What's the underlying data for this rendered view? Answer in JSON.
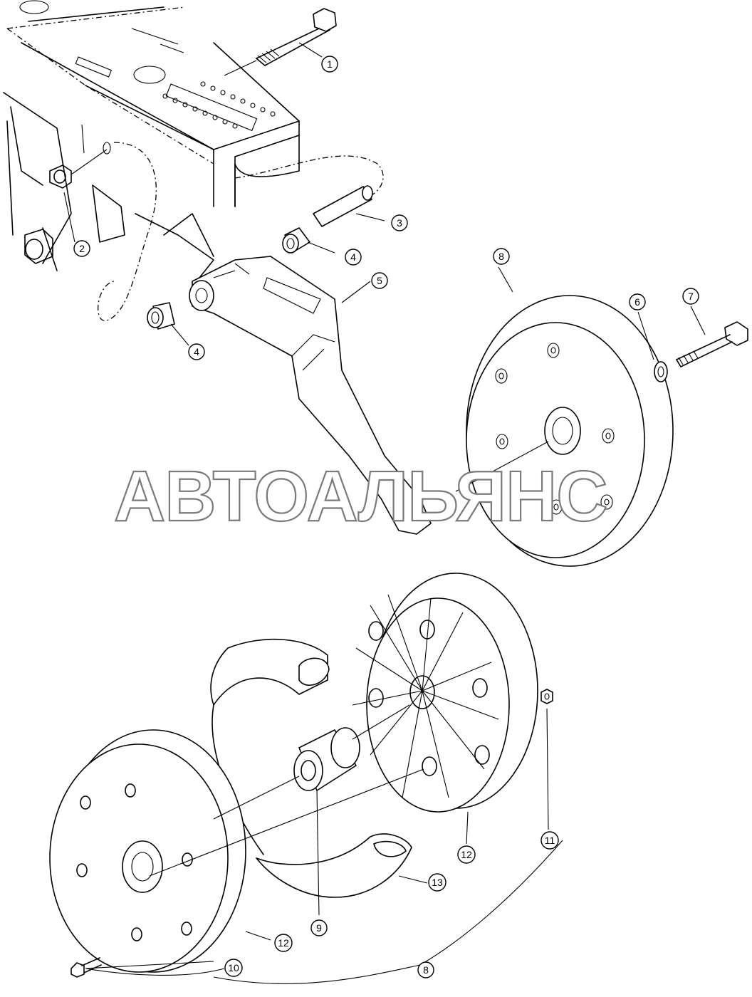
{
  "watermark": "АВТОАЛЬЯНС",
  "callouts": [
    {
      "id": "c1",
      "label": "1"
    },
    {
      "id": "c2",
      "label": "2"
    },
    {
      "id": "c3",
      "label": "3"
    },
    {
      "id": "c4a",
      "label": "4"
    },
    {
      "id": "c4b",
      "label": "4"
    },
    {
      "id": "c5",
      "label": "5"
    },
    {
      "id": "c6",
      "label": "6"
    },
    {
      "id": "c7",
      "label": "7"
    },
    {
      "id": "c8a",
      "label": "8"
    },
    {
      "id": "c9",
      "label": "9"
    },
    {
      "id": "c10",
      "label": "10"
    },
    {
      "id": "c11",
      "label": "11"
    },
    {
      "id": "c12a",
      "label": "12"
    },
    {
      "id": "c12b",
      "label": "12"
    },
    {
      "id": "c13",
      "label": "13"
    },
    {
      "id": "c8b",
      "label": "8"
    }
  ]
}
